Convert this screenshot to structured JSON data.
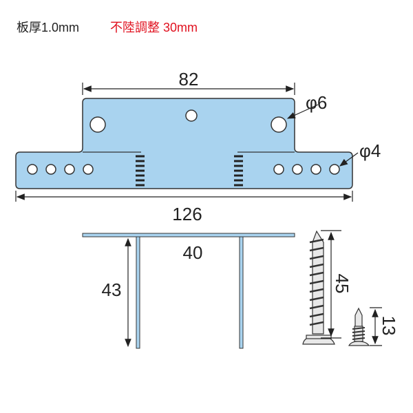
{
  "header": {
    "thickness": "板厚1.0mm",
    "adjustment": "不陸調整 30mm"
  },
  "top_view": {
    "width_top": "82",
    "width_total": "126",
    "hole_large": "φ6",
    "hole_small": "φ4"
  },
  "side_view": {
    "height": "43",
    "inner_width": "40"
  },
  "screws": {
    "long_length": "45",
    "short_length": "13"
  },
  "colors": {
    "plate": "#a9d3ef",
    "accent": "#e0101e"
  }
}
